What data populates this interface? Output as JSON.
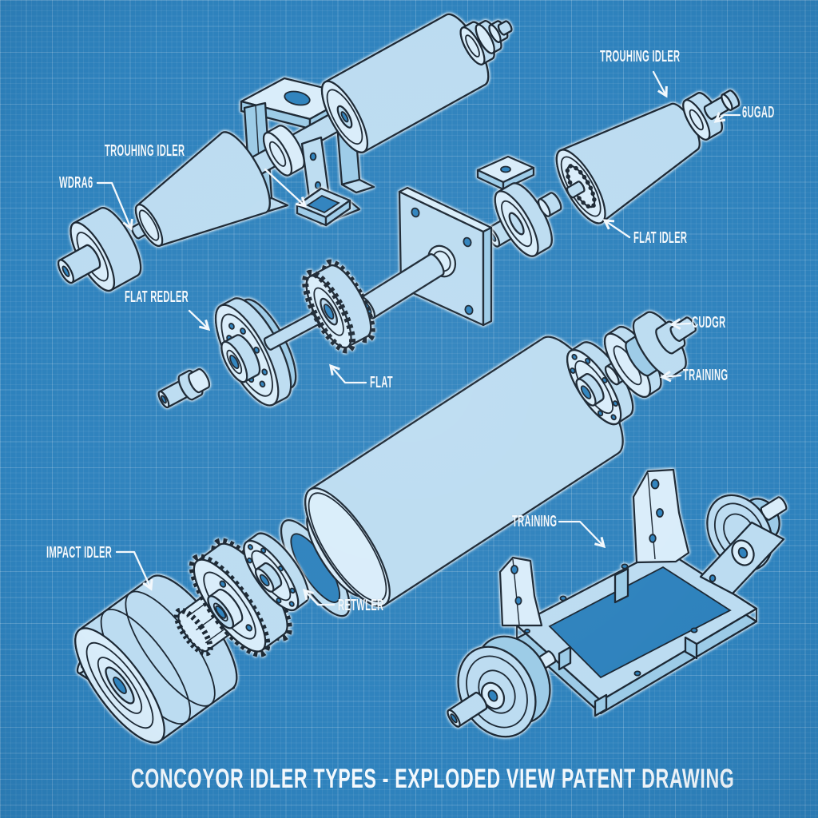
{
  "title": "CONCOYOR IDLER TYPES - EXPLODED VIEW PATENT DRAWING",
  "style": {
    "background_color": "#2e82bd",
    "line_color": "#1b2733",
    "part_fill": "#bcdcf1",
    "part_fill_light": "#d9edfa",
    "part_fill_shade": "#9ccbe7",
    "halo_color": "#f3f8fc",
    "label_color": "#f4f9fd"
  },
  "labels": [
    {
      "id": "troughing-idler-left",
      "text": "TROUHING IDLER"
    },
    {
      "id": "wdra6",
      "text": "WDRA6"
    },
    {
      "id": "troughing-idler-right",
      "text": "TROUHING IDLER"
    },
    {
      "id": "6ugad",
      "text": "6UGAD"
    },
    {
      "id": "flat-idler",
      "text": "FLAT IDLER"
    },
    {
      "id": "flat-redler",
      "text": "FLAT REDLER"
    },
    {
      "id": "flat",
      "text": "FLAT"
    },
    {
      "id": "cudgr",
      "text": "CUDGR"
    },
    {
      "id": "training-right",
      "text": "TRAINING"
    },
    {
      "id": "impact-idler",
      "text": "IMPACT IDLER"
    },
    {
      "id": "retwler",
      "text": "RETWLER"
    },
    {
      "id": "training-bottom",
      "text": "TRAINING"
    }
  ]
}
